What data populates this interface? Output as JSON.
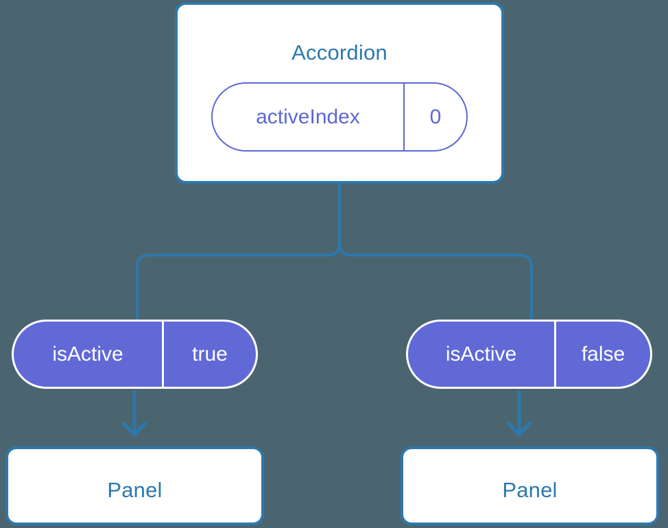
{
  "diagram": {
    "background_color": "#4b6570",
    "accent_blue": "#2d78ad",
    "accent_purple": "#6069d6",
    "root": {
      "title": "Accordion",
      "state": {
        "key": "activeIndex",
        "value": "0"
      }
    },
    "branches": [
      {
        "prop": {
          "key": "isActive",
          "value": "true"
        },
        "child_title": "Panel"
      },
      {
        "prop": {
          "key": "isActive",
          "value": "false"
        },
        "child_title": "Panel"
      }
    ]
  }
}
